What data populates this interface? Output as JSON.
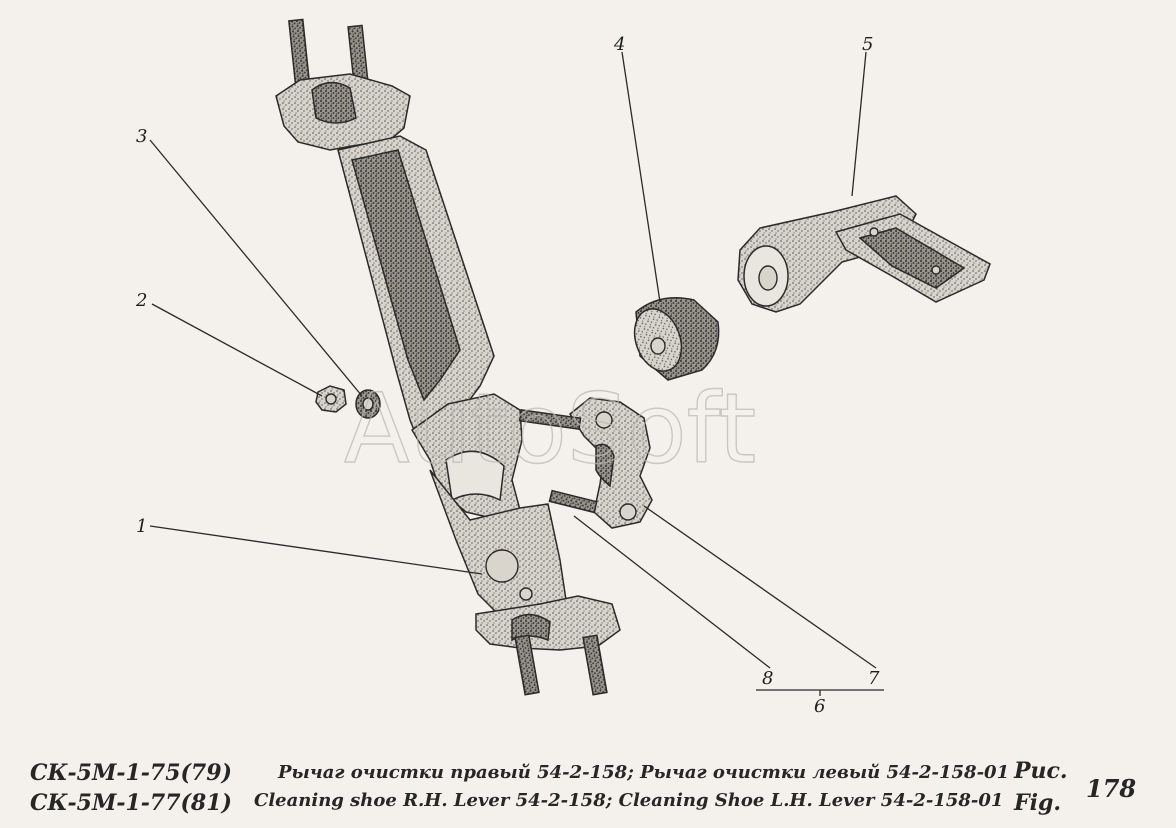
{
  "callouts": [
    {
      "id": "1",
      "label": "1"
    },
    {
      "id": "2",
      "label": "2"
    },
    {
      "id": "3",
      "label": "3"
    },
    {
      "id": "4",
      "label": "4"
    },
    {
      "id": "5",
      "label": "5"
    },
    {
      "id": "6",
      "label": "6"
    },
    {
      "id": "7",
      "label": "7"
    },
    {
      "id": "8",
      "label": "8"
    }
  ],
  "watermark": "AutoSoft",
  "caption": {
    "model_line_1": "СК-5М-1-75(79)",
    "model_line_2": "СК-5М-1-77(81)",
    "description_ru": "Рычаг очистки правый 54-2-158; Рычаг очистки левый 54-2-158-01",
    "description_en": "Cleaning shoe R.H. Lever 54-2-158; Cleaning Shoe L.H. Lever 54-2-158-01",
    "fig_label_ru": "Рис.",
    "fig_label_en": "Fig.",
    "fig_number": "178"
  }
}
